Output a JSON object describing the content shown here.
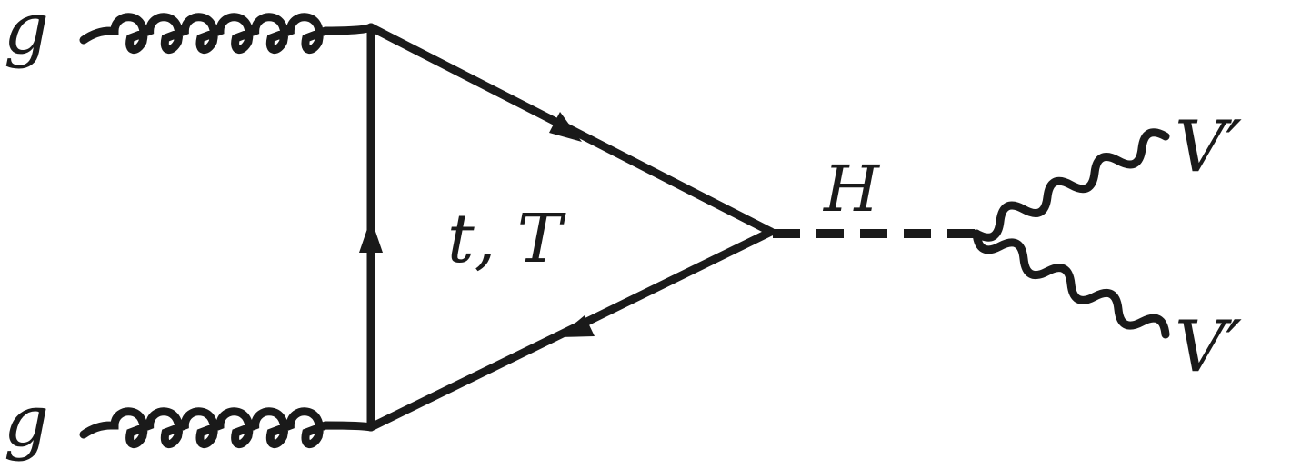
{
  "labels": {
    "gluon_top": "g",
    "gluon_bottom": "g",
    "loop": "t, T",
    "higgs": "H",
    "boson_top": "V′",
    "boson_bottom": "V′"
  },
  "colors": {
    "line": "#1a1a1a",
    "background": "#ffffff"
  }
}
